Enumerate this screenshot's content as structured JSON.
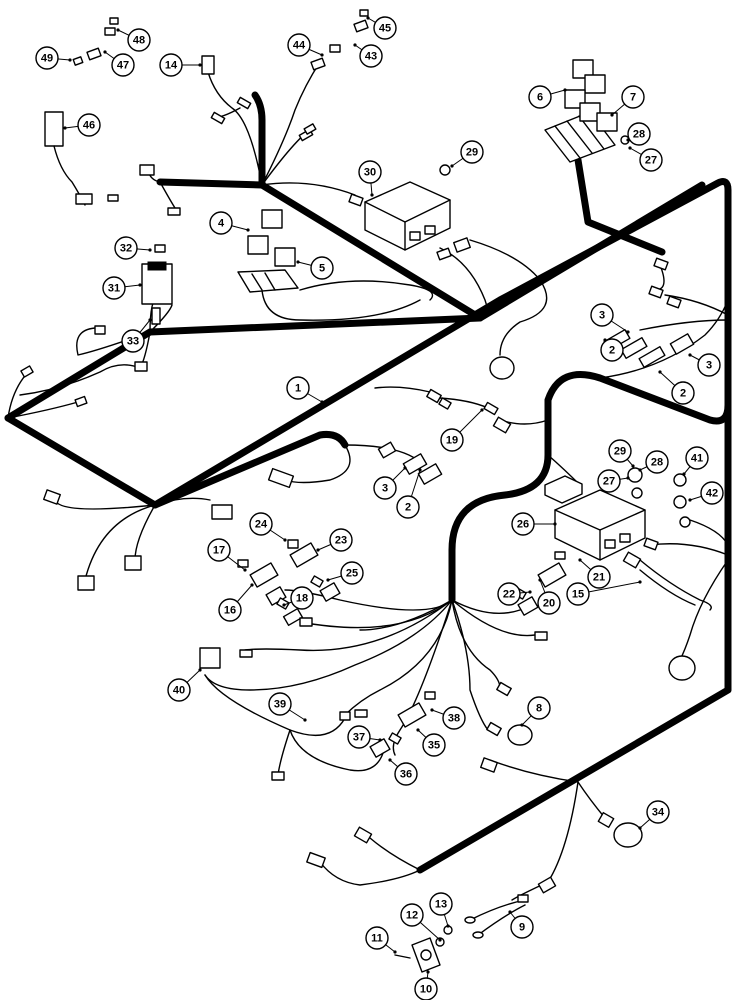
{
  "callouts": [
    {
      "label": "1"
    },
    {
      "label": "2"
    },
    {
      "label": "2"
    },
    {
      "label": "2"
    },
    {
      "label": "3"
    },
    {
      "label": "3"
    },
    {
      "label": "3"
    },
    {
      "label": "4"
    },
    {
      "label": "5"
    },
    {
      "label": "6"
    },
    {
      "label": "7"
    },
    {
      "label": "8"
    },
    {
      "label": "9"
    },
    {
      "label": "10"
    },
    {
      "label": "11"
    },
    {
      "label": "12"
    },
    {
      "label": "13"
    },
    {
      "label": "14"
    },
    {
      "label": "15"
    },
    {
      "label": "16"
    },
    {
      "label": "17"
    },
    {
      "label": "18"
    },
    {
      "label": "19"
    },
    {
      "label": "20"
    },
    {
      "label": "21"
    },
    {
      "label": "22"
    },
    {
      "label": "23"
    },
    {
      "label": "24"
    },
    {
      "label": "25"
    },
    {
      "label": "26"
    },
    {
      "label": "27"
    },
    {
      "label": "27"
    },
    {
      "label": "28"
    },
    {
      "label": "28"
    },
    {
      "label": "29"
    },
    {
      "label": "29"
    },
    {
      "label": "30"
    },
    {
      "label": "31"
    },
    {
      "label": "32"
    },
    {
      "label": "33"
    },
    {
      "label": "34"
    },
    {
      "label": "35"
    },
    {
      "label": "36"
    },
    {
      "label": "37"
    },
    {
      "label": "38"
    },
    {
      "label": "39"
    },
    {
      "label": "40"
    },
    {
      "label": "41"
    },
    {
      "label": "42"
    },
    {
      "label": "43"
    },
    {
      "label": "44"
    },
    {
      "label": "45"
    },
    {
      "label": "46"
    },
    {
      "label": "47"
    },
    {
      "label": "48"
    },
    {
      "label": "49"
    }
  ]
}
